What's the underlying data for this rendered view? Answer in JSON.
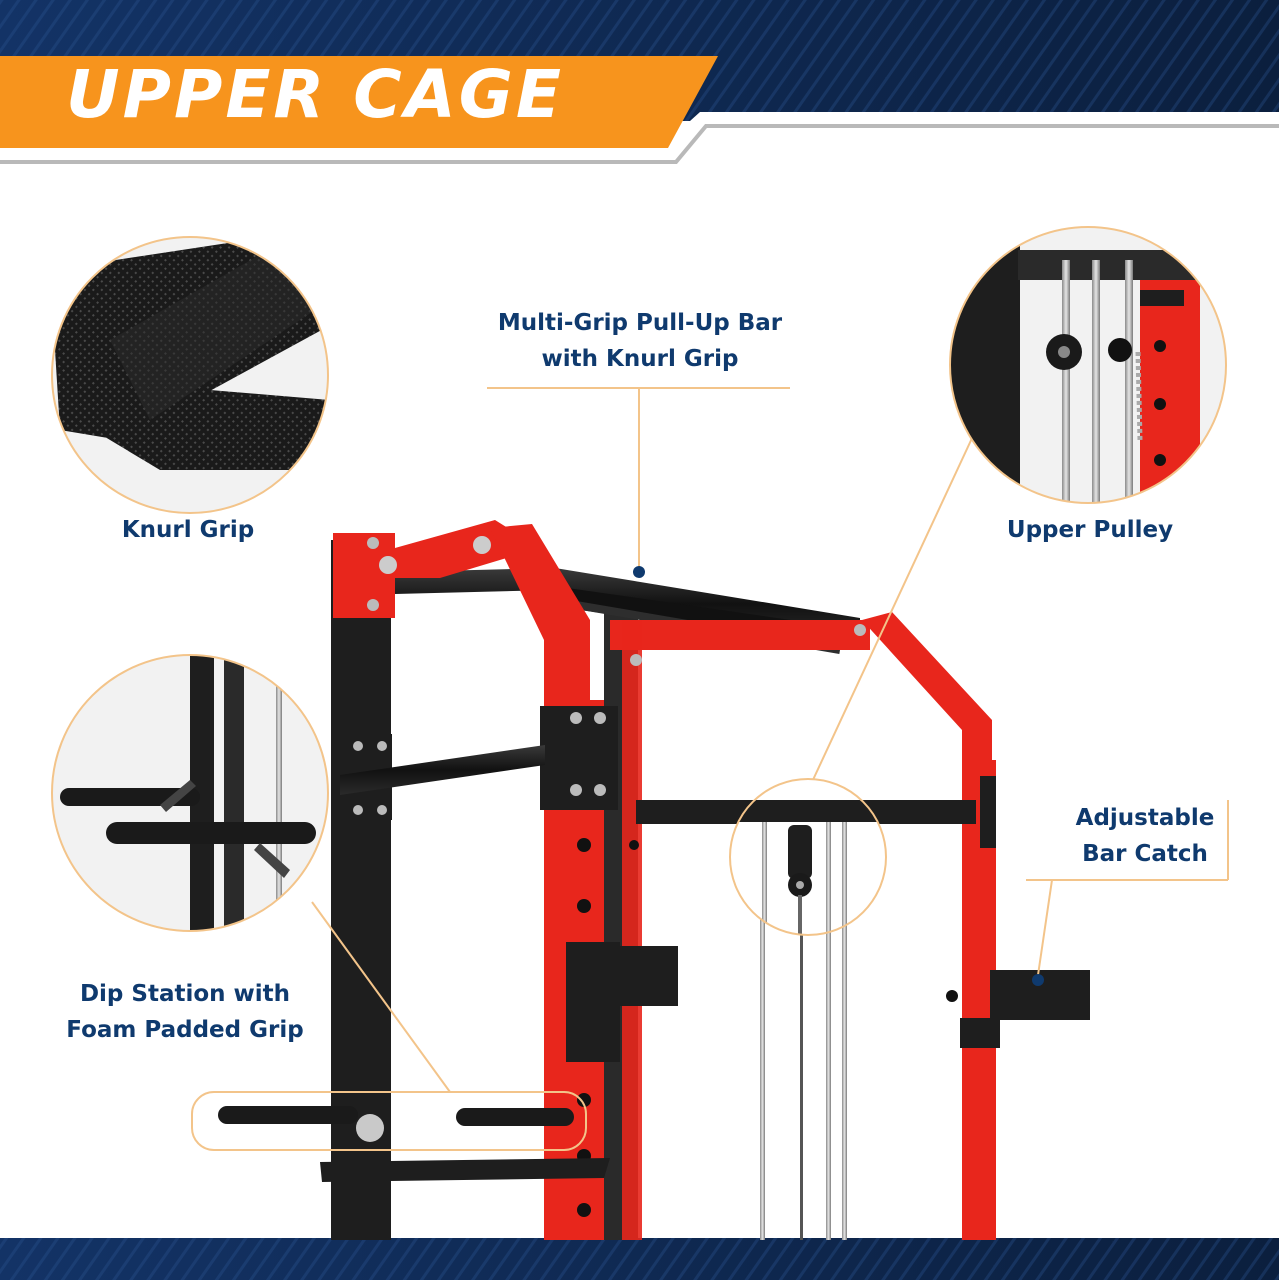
{
  "banner": {
    "title": "UPPER CAGE",
    "accent_color": "#f7941d",
    "navy_color": "#0c2447"
  },
  "features": {
    "pull_up_bar": {
      "line1": "Multi-Grip Pull-Up Bar",
      "line2": "with Knurl Grip"
    },
    "knurl_grip": {
      "label": "Knurl Grip"
    },
    "upper_pulley": {
      "label": "Upper Pulley"
    },
    "dip_station": {
      "line1": "Dip Station with",
      "line2": "Foam Padded Grip"
    },
    "bar_catch": {
      "line1": "Adjustable",
      "line2": "Bar Catch"
    }
  },
  "colors": {
    "frame_red": "#e8261c",
    "frame_black": "#1e1e1e",
    "label_blue": "#0f3a6e",
    "callout_tan": "#f3c48a"
  }
}
